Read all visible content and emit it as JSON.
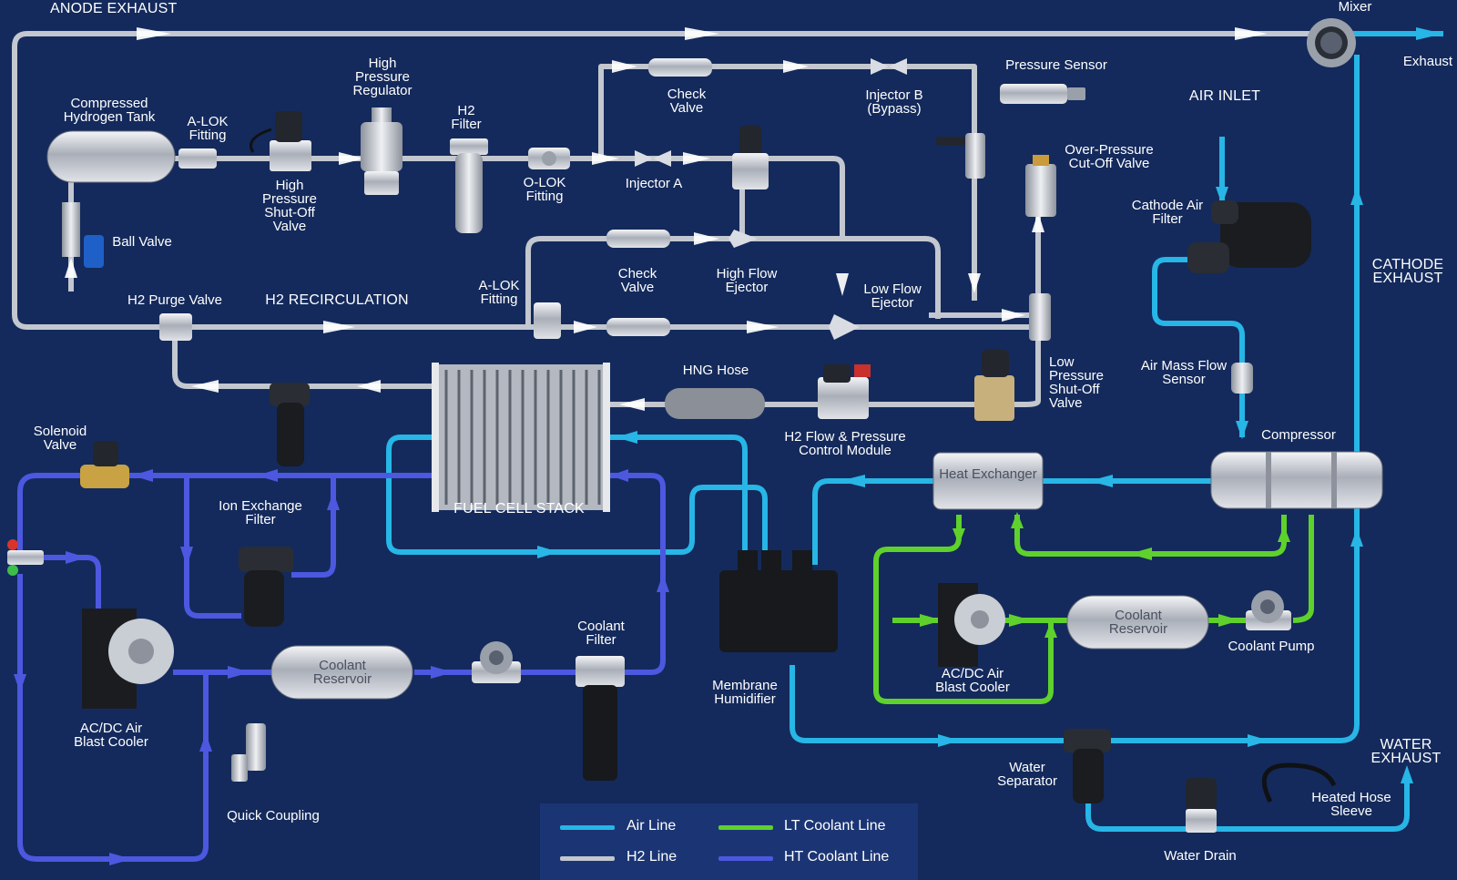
{
  "colors": {
    "background": "#142a5c",
    "air_line": "#27b6e6",
    "h2_line": "#c3c7cf",
    "lt_coolant_line": "#5fd12c",
    "ht_coolant_line": "#4c58e0"
  },
  "sections": {
    "anode_exhaust": "ANODE EXHAUST",
    "h2_recirculation": "H2 RECIRCULATION",
    "air_inlet": "AIR INLET",
    "cathode_exhaust": "CATHODE EXHAUST",
    "water_exhaust": "WATER EXHAUST",
    "fuel_cell_stack": "FUEL CELL STACK"
  },
  "components": {
    "mixer": "Mixer",
    "exhaust": "Exhaust",
    "compressed_hydrogen_tank": "Compressed Hydrogen Tank",
    "a_lok_fitting_top": "A-LOK Fitting",
    "high_pressure_shutoff_valve": "High Pressure Shut-Off Valve",
    "high_pressure_regulator": "High Pressure Regulator",
    "h2_filter": "H2 Filter",
    "o_lok_fitting": "O-LOK Fitting",
    "check_valve_top": "Check Valve",
    "injector_a": "Injector A",
    "injector_b": "Injector B (Bypass)",
    "pressure_sensor": "Pressure Sensor",
    "over_pressure_cutoff_valve": "Over-Pressure Cut-Off Valve",
    "ball_valve": "Ball Valve",
    "h2_purge_valve": "H2 Purge Valve",
    "a_lok_fitting_mid": "A-LOK Fitting",
    "check_valve_mid": "Check Valve",
    "high_flow_ejector": "High Flow Ejector",
    "low_flow_ejector": "Low Flow Ejector",
    "cathode_air_filter": "Cathode Air Filter",
    "air_mass_flow_sensor": "Air Mass Flow Sensor",
    "compressor": "Compressor",
    "hng_hose": "HNG Hose",
    "h2_flow_pressure_control_module": "H2 Flow & Pressure Control Module",
    "low_pressure_shutoff_valve": "Low Pressure Shut-Off Valve",
    "solenoid_valve": "Solenoid Valve",
    "ion_exchange_filter": "Ion Exchange Filter",
    "heat_exchanger": "Heat Exchanger",
    "ac_dc_air_blast_cooler_left": "AC/DC Air Blast Cooler",
    "coolant_reservoir_left": "Coolant Reservoir",
    "coolant_filter": "Coolant Filter",
    "membrane_humidifier": "Membrane Humidifier",
    "ac_dc_air_blast_cooler_right": "AC/DC Air Blast Cooler",
    "coolant_reservoir_right": "Coolant Reservoir",
    "coolant_pump": "Coolant Pump",
    "quick_coupling": "Quick Coupling",
    "water_separator": "Water Separator",
    "water_drain": "Water Drain",
    "heated_hose_sleeve": "Heated Hose Sleeve"
  },
  "legend": {
    "air_line": "Air Line",
    "h2_line": "H2 Line",
    "lt_coolant_line": "LT Coolant Line",
    "ht_coolant_line": "HT Coolant Line"
  }
}
